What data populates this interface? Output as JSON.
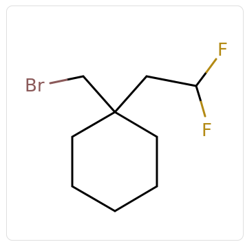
{
  "molecule": {
    "atoms": {
      "bromine": {
        "label": "Br",
        "color": "#8b5a5a"
      },
      "fluorine_1": {
        "label": "F",
        "color": "#b38a14"
      },
      "fluorine_2": {
        "label": "F",
        "color": "#b38a14"
      }
    },
    "bond_color": "#000000"
  }
}
